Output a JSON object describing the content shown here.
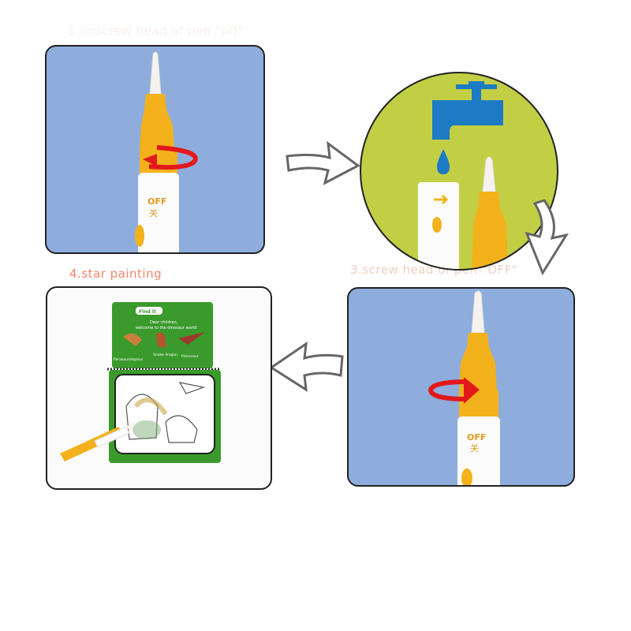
{
  "steps": {
    "step1_label": "1.unscrew head of pen \"off\"",
    "step3_label": "3.screw head of pen \"OFF\"",
    "step4_label": "4.star painting"
  },
  "pen": {
    "off_text": "OFF",
    "off_char": "关"
  },
  "book": {
    "find_it": "Find it",
    "intro_line1": "Dear children,",
    "intro_line2": "welcome to the dinosaur world",
    "dino_names": [
      "Parasaurolophus",
      "Snake dragon",
      "Pterosaur"
    ]
  },
  "colors": {
    "panel_blue": "#8eaddd",
    "circle_green": "#c2cf45",
    "pen_yellow": "#f3b21b",
    "rotation_red": "#e2191c",
    "faucet_blue": "#1c7bc2",
    "book_green": "#3b9a2c",
    "label4_color": "#f2866e"
  },
  "icons": {
    "rotate": "rotate-arrow-icon",
    "faucet": "faucet-icon",
    "drop": "water-drop-icon",
    "next": "next-step-arrow-icon"
  }
}
